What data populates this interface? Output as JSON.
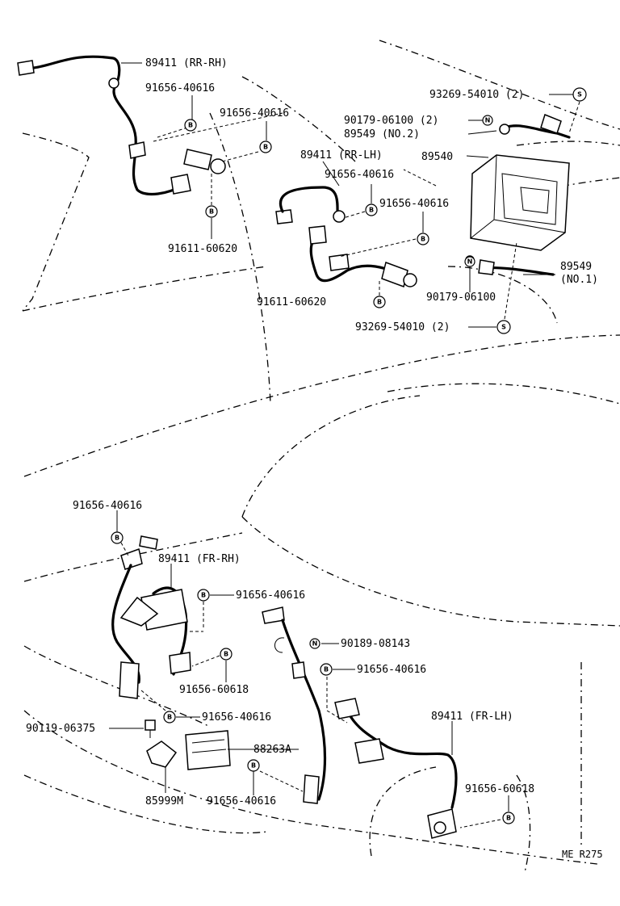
{
  "labels": {
    "rr_rh_sensor": "89411 (RR-RH)",
    "rr_rh_bolt_a": "91656-40616",
    "rr_rh_bolt_b": "91656-40616",
    "rr_rh_bolt_c": "91611-60620",
    "rr_lh_sensor": "89411 (RR-LH)",
    "rr_lh_bolt_a": "91656-40616",
    "rr_lh_bolt_b": "91656-40616",
    "rr_lh_bolt_c": "91611-60620",
    "screw_top": "93269-54010 (2)",
    "nut_top": "90179-06100 (2)",
    "sensor_no2": "89549 (NO.2)",
    "ecu": "89540",
    "sensor_no1_a": "89549",
    "sensor_no1_b": "(NO.1)",
    "nut_mid": "90179-06100",
    "screw_mid": "93269-54010 (2)",
    "fr_rh_bolt_top": "91656-40616",
    "fr_rh_sensor": "89411 (FR-RH)",
    "fr_rh_bolt_a": "91656-40616",
    "fr_rh_bolt_b": "91656-60618",
    "clip": "90189-08143",
    "fr_lh_bolt_a": "91656-40616",
    "fr_bolt_low": "91656-40616",
    "bolt_left": "90119-06375",
    "relay": "88263A",
    "bracket": "85999M",
    "fr_bolt_bottom": "91656-40616",
    "fr_lh_sensor": "89411 (FR-LH)",
    "fr_lh_bolt_b": "91656-60618",
    "drawing_code": "ME R275"
  },
  "markers": {
    "bolt_symbol": "B",
    "screw_symbol": "S",
    "nut_symbol": "N"
  }
}
